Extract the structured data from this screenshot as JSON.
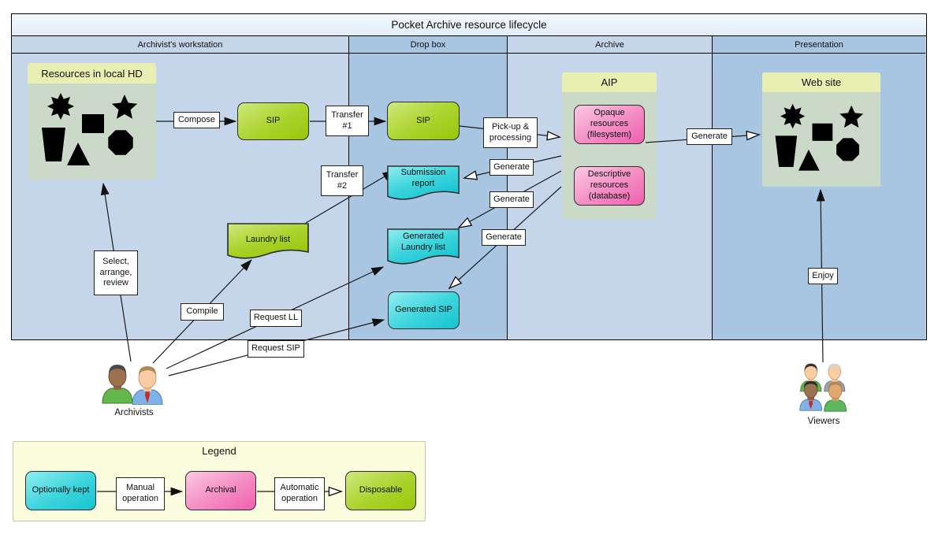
{
  "title": "Pocket Archive resource lifecycle",
  "lanes": [
    {
      "label": "Archivist's workstation"
    },
    {
      "label": "Drop box"
    },
    {
      "label": "Archive"
    },
    {
      "label": "Presentation"
    }
  ],
  "containers": {
    "resources": {
      "title": "Resources in local HD"
    },
    "aip": {
      "title": "AIP",
      "opaque": "Opaque resources (filesystem)",
      "descriptive": "Descriptive resources (database)"
    },
    "website": {
      "title": "Web site"
    }
  },
  "nodes": {
    "sip_workstation": "SIP",
    "sip_dropbox": "SIP",
    "laundry_list": "Laundry list",
    "submission_report": "Submission report",
    "generated_laundry_list": "Generated Laundry list",
    "generated_sip": "Generated SIP"
  },
  "edge_labels": {
    "compose": "Compose",
    "transfer1": "Transfer #1",
    "transfer2": "Transfer #2",
    "pickup": "Pick-up & processing",
    "generate_report": "Generate",
    "generate_ll": "Generate",
    "generate_sip": "Generate",
    "generate_web": "Generate",
    "select": "Select, arrange, review",
    "compile": "Compile",
    "request_ll": "Request LL",
    "request_sip": "Request SIP",
    "enjoy": "Enjoy"
  },
  "actors": {
    "archivists": "Archivists",
    "viewers": "Viewers"
  },
  "legend": {
    "title": "Legend",
    "optionally_kept": "Optionally kept",
    "manual_operation": "Manual operation",
    "archival": "Archival",
    "automatic_operation": "Automatic operation",
    "disposable": "Disposable"
  },
  "colors": {
    "lane_light": "#c5d5ea",
    "lane_dark": "#a8c5e2",
    "title_bar": "#eaf2fb",
    "disposable_green": "#a3ce1c",
    "optional_cyan": "#2fcdd8",
    "archival_pink": "#f075b9",
    "container_header_yellow": "#e9efb2",
    "container_body_sage": "#cbd9c8",
    "legend_bg": "#fcfdde"
  }
}
